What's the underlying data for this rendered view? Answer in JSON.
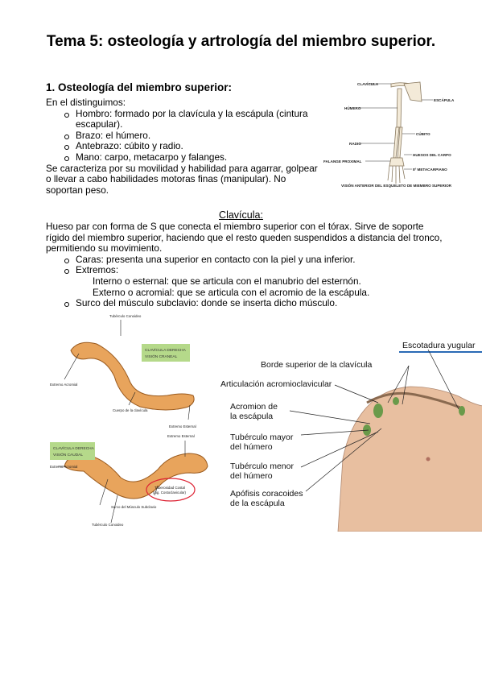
{
  "title": "Tema 5: osteología y artrología del miembro superior.",
  "section1": {
    "heading": "1. Osteología del miembro superior:",
    "intro": "En el distinguimos:",
    "items": [
      "Hombro: formado por la clavícula y la escápula (cintura escapular).",
      "Brazo: el húmero.",
      "Antebrazo: cúbito y radio.",
      "Mano: carpo, metacarpo y falanges."
    ],
    "para": "Se caracteriza por su movilidad y habilidad para agarrar, golpear o llevar a cabo habilidades motoras finas (manipular). No soportan peso."
  },
  "skeleton_figure": {
    "labels": {
      "clavicula": "CLAVÍCULA",
      "escapula": "ESCÁPULA",
      "humero": "HÚMERO",
      "cubito": "CÚBITO",
      "radio": "RADIO",
      "huesos_carpo": "HUESOS DEL CARPO",
      "falange": "FALANGE PROXIMAL",
      "metacarpiano": "5º METACARPIANO"
    },
    "caption": "VISIÓN ANTERIOR DEL ESQUELETO DE MIEMBRO SUPERIOR"
  },
  "clavicula": {
    "heading": "Clavícula:",
    "para": "Hueso par con forma de S que conecta el miembro superior con el tórax. Sirve de soporte rígido del miembro superior, haciendo que el resto queden suspendidos a distancia del tronco, permitiendo su movimiento.",
    "caras": "Caras: presenta una superior en contacto con la piel y una inferior.",
    "extremos": "Extremos:",
    "interno": "Interno o esternal: que se articula con el manubrio del esternón.",
    "externo": "Externo o acromial: que se articula con el acromio de la escápula.",
    "surco": "Surco del músculo subclavio: donde se inserta dicho músculo."
  },
  "clavicle_figure": {
    "top_box": [
      "CLAVÍCULA DERECHA",
      "VISIÓN CRANEAL"
    ],
    "bottom_box": [
      "CLAVÍCULA DERECHA",
      "VISIÓN CAUDAL"
    ],
    "tuberculo_conoideo": "Tubérculo Conoideo",
    "extremo_acromial": "Extremo Acromial",
    "cuerpo": "Cuerpo de la clavícula",
    "extremo_esternal": "Extremo Esternal",
    "tuberosidad": [
      "Tuberosidad Costal",
      "(Lig. Costoclavicular)"
    ],
    "surco": "Surco del Músculo Subclavio"
  },
  "shoulder_figure": {
    "escotadura": "Escotadura yugular",
    "borde": "Borde superior de la clavícula",
    "articulacion": "Articulación acromioclavicular",
    "acromion": [
      "Acromion de",
      "la escápula"
    ],
    "tub_mayor": [
      "Tubérculo mayor",
      "del húmero"
    ],
    "tub_menor": [
      "Tubérculo menor",
      "del húmero"
    ],
    "apofisis": [
      "Apófisis coracoides",
      "de la escápula"
    ]
  },
  "colors": {
    "bone": "#e8a45c",
    "green_box": "#b5d98a",
    "skin": "#e8bfa0",
    "accent": "#2a6ab5",
    "circle": "#d23"
  }
}
